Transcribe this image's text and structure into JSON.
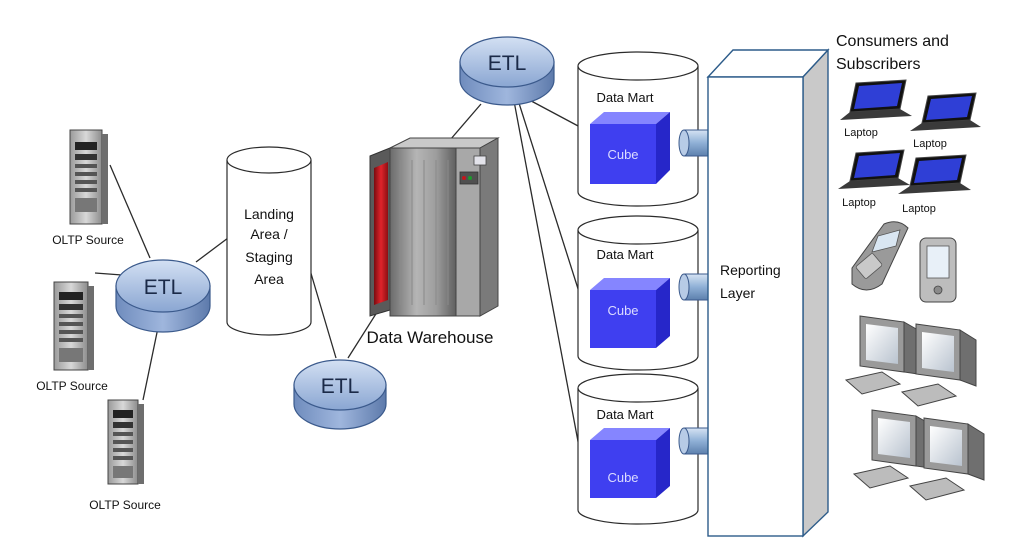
{
  "sources": [
    {
      "label": "OLTP Source"
    },
    {
      "label": "OLTP Source"
    },
    {
      "label": "OLTP Source"
    }
  ],
  "etl_nodes": [
    {
      "label": "ETL"
    },
    {
      "label": "ETL"
    },
    {
      "label": "ETL"
    }
  ],
  "staging": {
    "line1": "Landing",
    "line2": "Area /",
    "line3": "Staging",
    "line4": "Area"
  },
  "warehouse": {
    "label": "Data Warehouse"
  },
  "data_marts": [
    {
      "label": "Data Mart",
      "cube": "Cube"
    },
    {
      "label": "Data Mart",
      "cube": "Cube"
    },
    {
      "label": "Data Mart",
      "cube": "Cube"
    }
  ],
  "reporting": {
    "line1": "Reporting",
    "line2": "Layer"
  },
  "consumers": {
    "title_line1": "Consumers and",
    "title_line2": "Subscribers",
    "laptops": [
      {
        "label": "Laptop"
      },
      {
        "label": "Laptop"
      },
      {
        "label": "Laptop"
      },
      {
        "label": "Laptop"
      }
    ]
  },
  "colors": {
    "etl_fill": "#a9bfe0",
    "etl_stroke": "#3b5a8c",
    "cube_front": "#3f3ff0",
    "cube_top": "#8585ff",
    "cube_side": "#2626c9",
    "line": "#2b2b2b",
    "reporting_stroke": "#2d5c8a",
    "reporting_side": "#c9c9c9",
    "warehouse_red": "#c4161c"
  }
}
